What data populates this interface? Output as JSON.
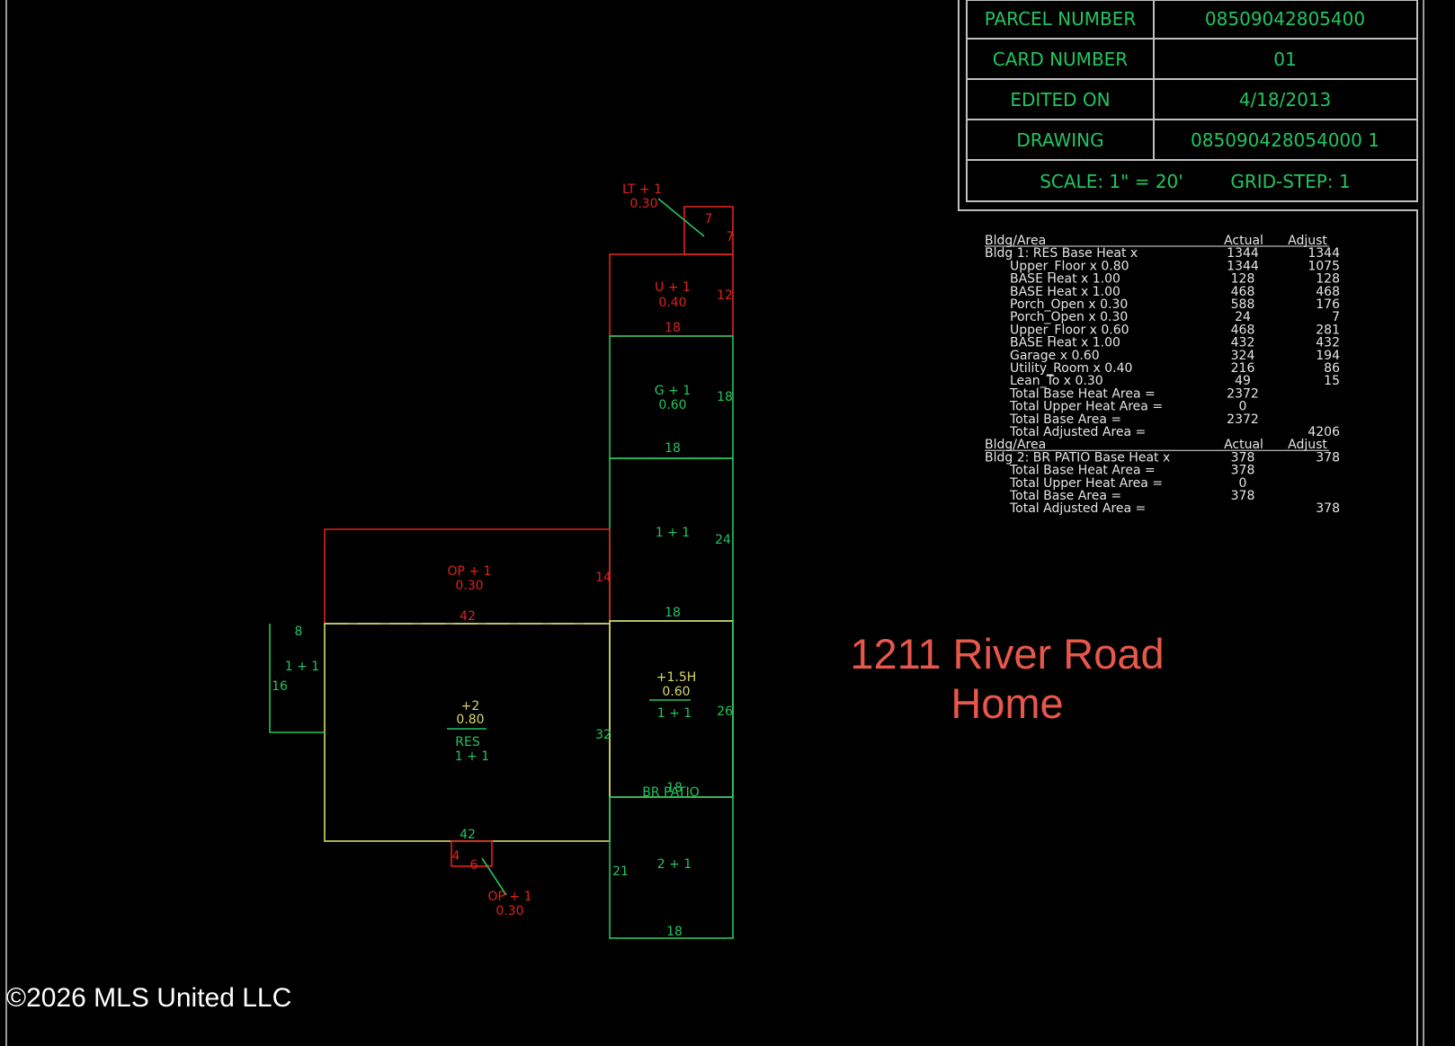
{
  "info_table": [
    {
      "label": "PARCEL  NUMBER",
      "value": "08509042805400"
    },
    {
      "label": "CARD  NUMBER",
      "value": "01"
    },
    {
      "label": "EDITED  ON",
      "value": "4/18/2013"
    },
    {
      "label": "DRAWING",
      "value": "085090428054000 1"
    }
  ],
  "scale_row": {
    "scale": "SCALE:  1\"  =  20'",
    "grid": "GRID-STEP:  1"
  },
  "area_summary": {
    "header": {
      "title": "Bldg/Area",
      "actual": "Actual",
      "adjust": "Adjust"
    },
    "bldg1": [
      {
        "label": "Bldg  1:  RES  Base  Heat  x",
        "actual": "1344",
        "adjust": "1344"
      },
      {
        "label": "Upper_Floor  x  0.80",
        "actual": "1344",
        "adjust": "1075"
      },
      {
        "label": "BASE  Heat  x  1.00",
        "actual": "128",
        "adjust": "128"
      },
      {
        "label": "BASE  Heat  x  1.00",
        "actual": "468",
        "adjust": "468"
      },
      {
        "label": "Porch_Open  x  0.30",
        "actual": "588",
        "adjust": "176"
      },
      {
        "label": "Porch_Open  x  0.30",
        "actual": "24",
        "adjust": "7"
      },
      {
        "label": "Upper_Floor  x  0.60",
        "actual": "468",
        "adjust": "281"
      },
      {
        "label": "BASE  Heat  x  1.00",
        "actual": "432",
        "adjust": "432"
      },
      {
        "label": "Garage  x  0.60",
        "actual": "324",
        "adjust": "194"
      },
      {
        "label": "Utility_Room  x  0.40",
        "actual": "216",
        "adjust": "86"
      },
      {
        "label": "Lean_To  x  0.30",
        "actual": "49",
        "adjust": "15"
      },
      {
        "label": "Total  Base  Heat  Area  =",
        "actual": "2372",
        "adjust": ""
      },
      {
        "label": "Total  Upper  Heat  Area  =",
        "actual": "0",
        "adjust": ""
      },
      {
        "label": "Total  Base  Area  =",
        "actual": "2372",
        "adjust": ""
      },
      {
        "label": "Total  Adjusted  Area  =",
        "actual": "",
        "adjust": "4206"
      }
    ],
    "header2": {
      "title": "Bldg/Area",
      "actual": "Actual",
      "adjust": "Adjust"
    },
    "bldg2": [
      {
        "label": "Bldg  2:  BR  PATIO  Base  Heat  x",
        "actual": "378",
        "adjust": "378"
      },
      {
        "label": "Total  Base  Heat  Area  =",
        "actual": "378",
        "adjust": ""
      },
      {
        "label": "Total  Upper  Heat  Area  =",
        "actual": "0",
        "adjust": ""
      },
      {
        "label": "Total  Base  Area  =",
        "actual": "378",
        "adjust": ""
      },
      {
        "label": "Total  Adjusted  Area  =",
        "actual": "",
        "adjust": "378"
      }
    ]
  },
  "sketch": {
    "lt": {
      "name": "LT  +  1",
      "factor": "0.30",
      "dims": [
        "7",
        "7"
      ]
    },
    "utility": {
      "name": "U  +  1",
      "factor": "0.40",
      "dims": [
        "12",
        "18"
      ]
    },
    "garage": {
      "name": "G  +  1",
      "factor": "0.60",
      "dims": [
        "18",
        "18"
      ]
    },
    "base_24": {
      "name": "1  +  1",
      "dims": [
        "24",
        "18"
      ]
    },
    "porch_top": {
      "name": "OP  +  1",
      "factor": "0.30",
      "dims": [
        "14",
        "42"
      ]
    },
    "base_left": {
      "name": "1  +  1",
      "dims": [
        "8",
        "16"
      ]
    },
    "res": {
      "name": "+2",
      "factor": "0.80",
      "sub": "RES",
      "base": "1  +  1",
      "dims": [
        "32",
        "42"
      ]
    },
    "half_story": {
      "name": "+1.5H",
      "factor": "0.60",
      "base": "1  +  1",
      "dims": [
        "26",
        "18"
      ]
    },
    "patio_label": "BR  PATIO",
    "base_bottom": {
      "name": "2  +  1",
      "dims": [
        "21",
        "18"
      ]
    },
    "porch_small": {
      "name": "OP  +  1",
      "factor": "0.30",
      "dims": [
        "4",
        "6"
      ]
    }
  },
  "address": {
    "line1": "1211 River Road",
    "line2": "Home"
  },
  "copyright": "©2026 MLS United LLC",
  "colors": {
    "green": "#22c55e",
    "red": "#e0221c",
    "yellow": "#d8d86a",
    "gray": "#bfbfbf",
    "address": "#e8574a"
  }
}
